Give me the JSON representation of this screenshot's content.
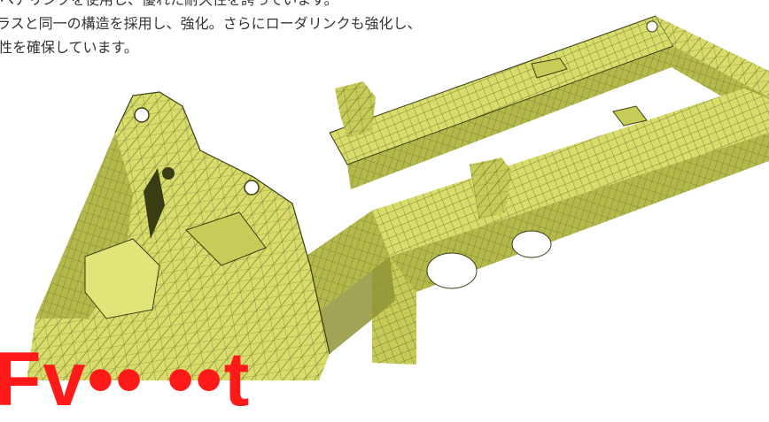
{
  "document": {
    "paragraph_lines": [
      "ペアリンクを使用し、優れた耐久性を誇っています。",
      "ラスと同一の構造を採用し、強化。さらにローダリンクも強化し、",
      "性を確保しています。"
    ]
  },
  "figure": {
    "subject": "frame-fem-mesh",
    "mesh_color": "#d7dc6a",
    "mesh_dark": "#b3b94a",
    "mesh_shadow": "#8f9436",
    "mesh_line_color": "#3a3d14"
  },
  "overlay": {
    "red_text": "Fv•• ••t",
    "color": "#ff1a1a"
  }
}
